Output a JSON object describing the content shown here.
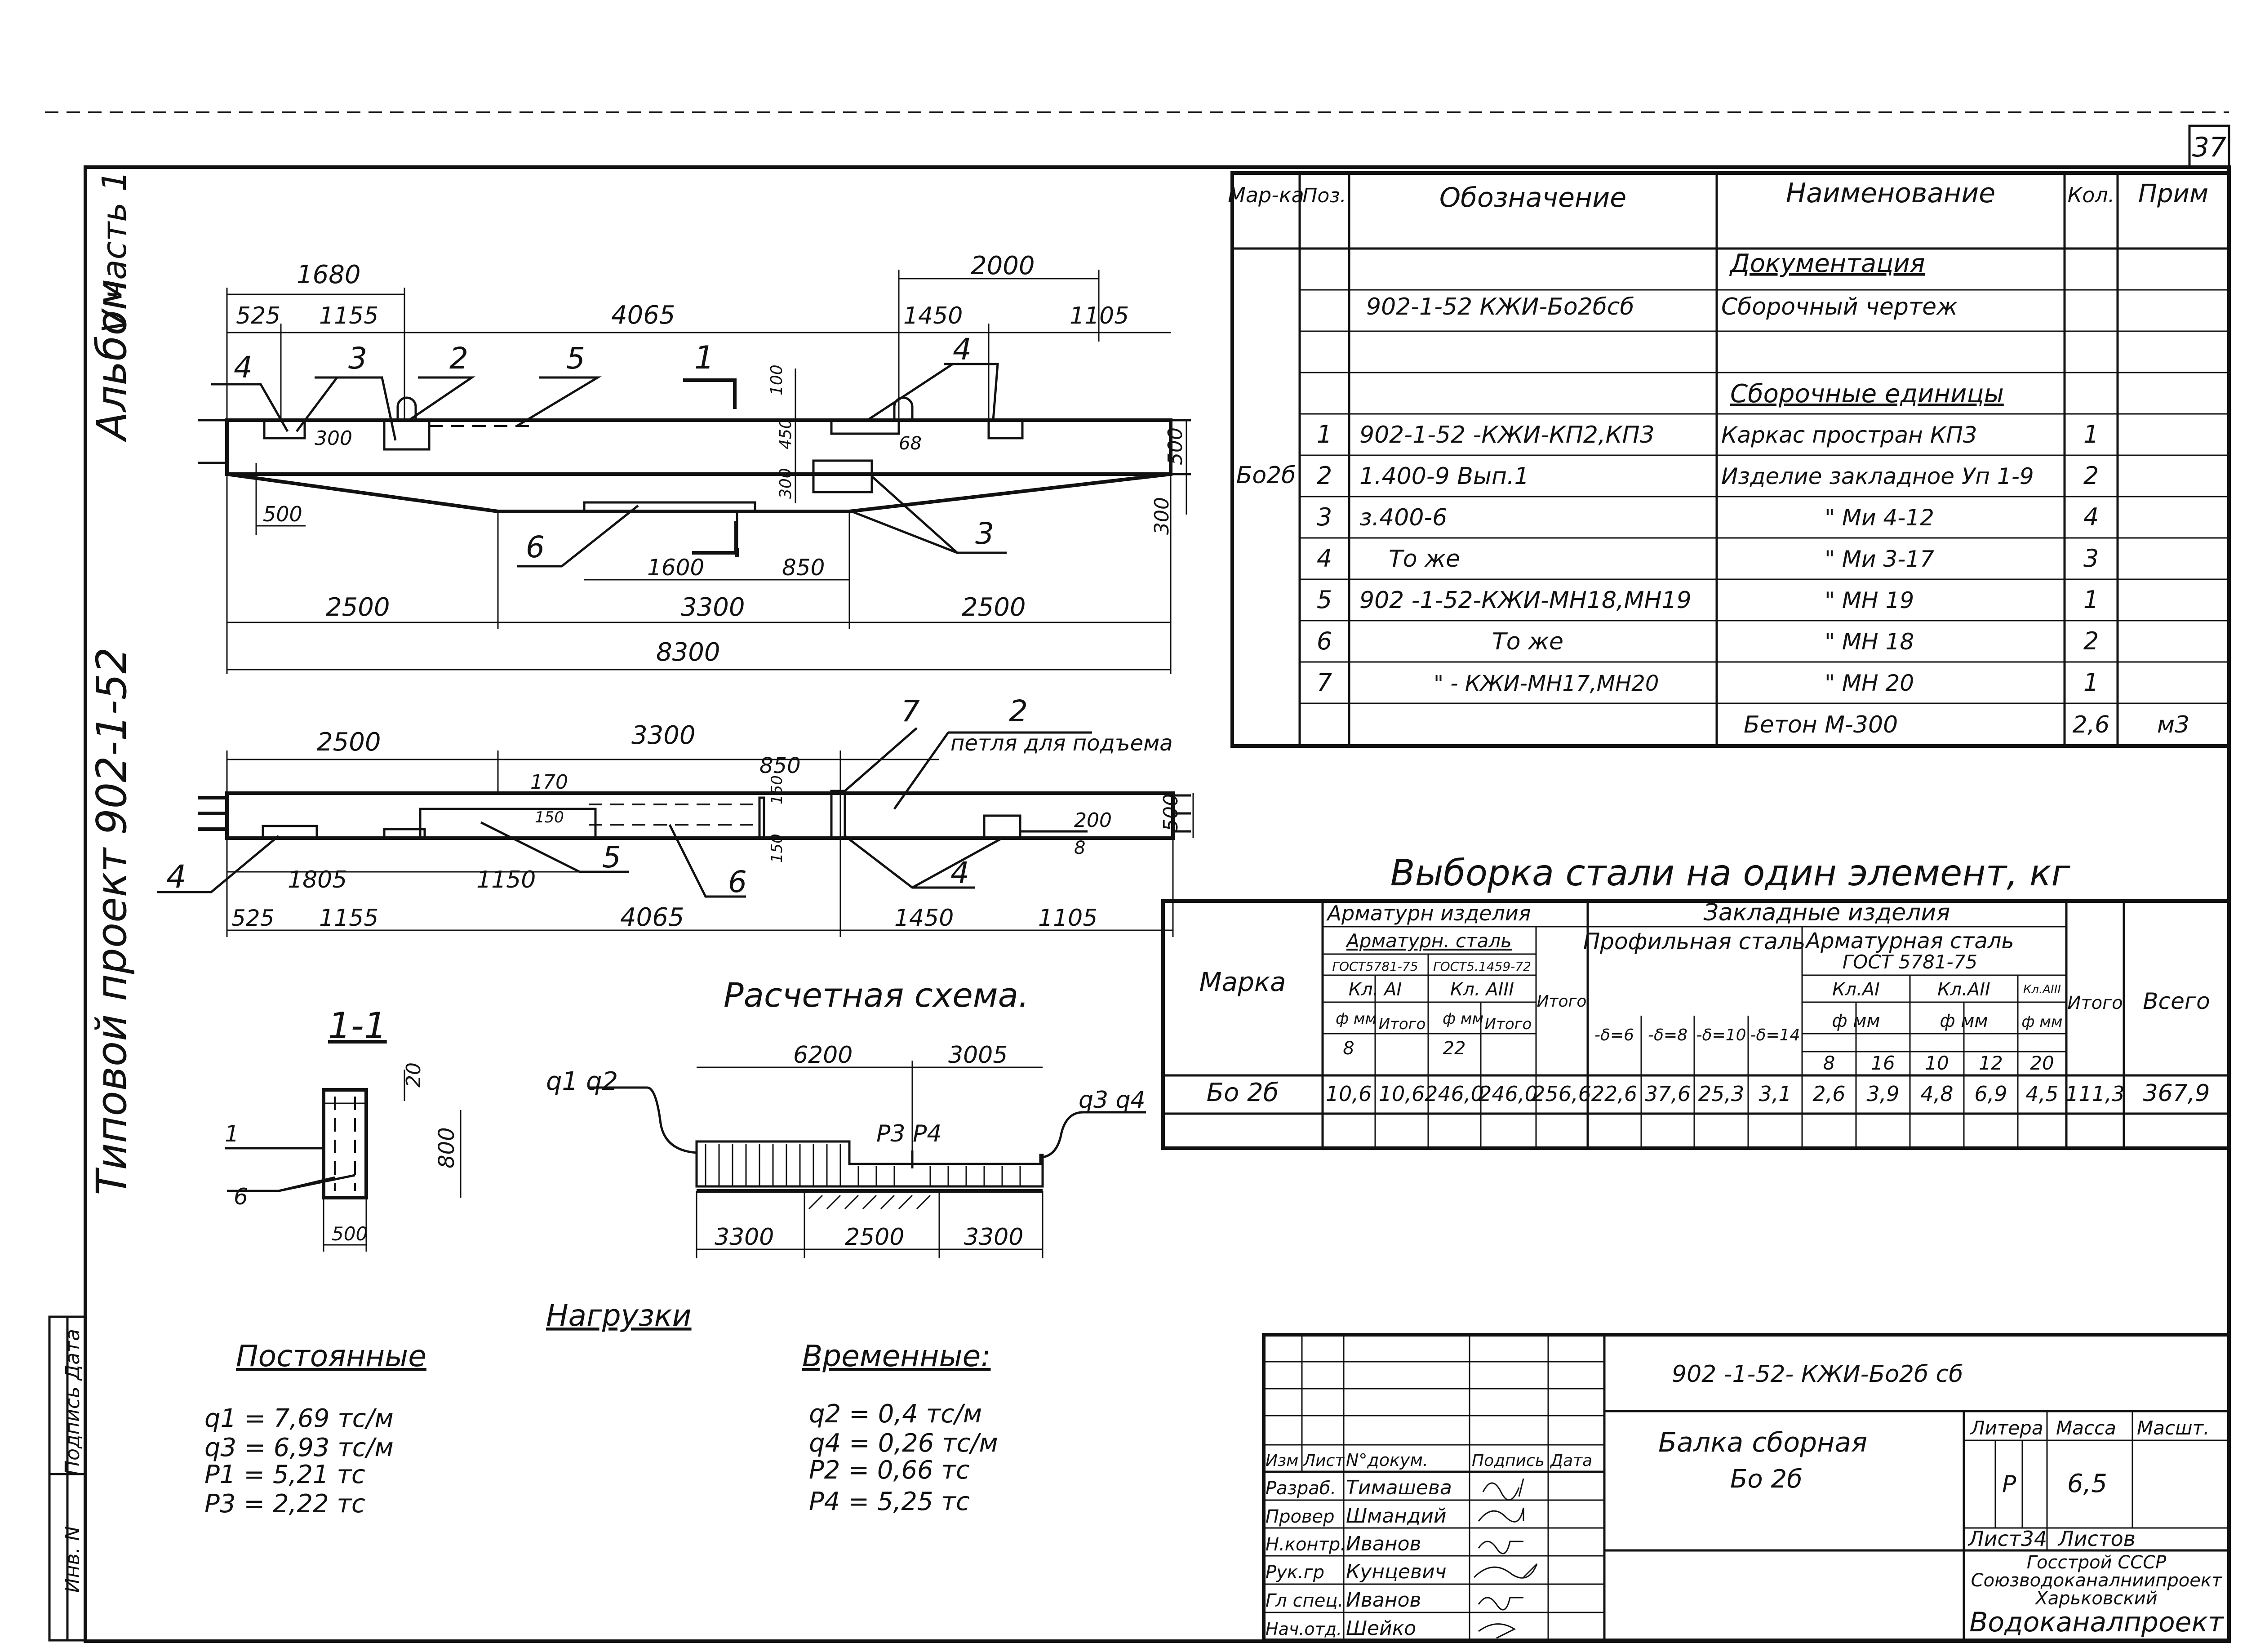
{
  "side": {
    "album": "Альбом",
    "album_vol": "V часть 1",
    "project": "Типовой проект 902-1-52",
    "inv": "Инв. N",
    "sign_date": "Подпись Дата"
  },
  "page_number": "37",
  "spec": {
    "headers": [
      "Мар-ка",
      "Поз.",
      "Обозначение",
      "Наименование",
      "Кол.",
      "Прим"
    ],
    "mark": "Бо2б",
    "section_doc": "Документация",
    "doc_designation": "902-1-52  КЖИ-Бо2бсб",
    "doc_name": "Сборочный  чертеж",
    "section_units": "Сборочные единицы",
    "rows": [
      {
        "pos": "1",
        "des": "902-1-52 -КЖИ-КП2,КП3",
        "name": "Каркас простран  КП3",
        "qty": "1"
      },
      {
        "pos": "2",
        "des": "1.400-9         Вып.1",
        "name": "Изделие закладное  Уп 1-9",
        "qty": "2"
      },
      {
        "pos": "3",
        "des": "з.400-6",
        "name": "\"                 Ми 4-12",
        "qty": "4"
      },
      {
        "pos": "4",
        "des": "То же",
        "name": "\"                 Ми 3-17",
        "qty": "3"
      },
      {
        "pos": "5",
        "des": "902 -1-52-КЖИ-МН18,МН19",
        "name": "\"                 МН 19",
        "qty": "1"
      },
      {
        "pos": "6",
        "des": "То же",
        "name": "\"                 МН 18",
        "qty": "2"
      },
      {
        "pos": "7",
        "des": "\"  - КЖИ-МН17,МН20",
        "name": "\"                 МН 20",
        "qty": "1"
      }
    ],
    "concrete": "Бетон   М-300",
    "concrete_qty": "2,6",
    "concrete_unit": "м3"
  },
  "steel": {
    "title": "Выборка   стали   на  один   элемент, кг",
    "col_mark": "Марка",
    "col_arm_products": "Арматурн изделия",
    "col_embedded": "Закладные   изделия",
    "col_arm_steel": "Арматурн. сталь",
    "col_gost1": "ГОСТ5781-75",
    "col_gost2": "ГОСТ5.1459-72",
    "col_cl_ai": "Кл. АI",
    "col_cl_aiii": "Кл. АIII",
    "col_fmm": "ф мм",
    "col_itogo": "Итого",
    "col_d8": "8",
    "col_d22": "22",
    "col_profile": "Профильная сталь",
    "col_d6": "-δ=6",
    "col_d8b": "-δ=8",
    "col_d10": "-δ=10",
    "col_d14": "-δ=14",
    "col_arm_steel2": "Арматурная сталь",
    "col_gost3": "ГОСТ  5781-75",
    "col_kl_ai": "Кл.АI",
    "col_kl_aii": "Кл.АII",
    "col_kl_aiii": "Кл.АIII",
    "col_f8": "8",
    "col_f16": "16",
    "col_f10": "10",
    "col_f12": "12",
    "col_f20": "20",
    "col_total": "Всего",
    "row": [
      "Бо 2б",
      "10,6",
      "10,6",
      "246,0",
      "246,0",
      "256,6",
      "22,6",
      "37,6",
      "25,3",
      "3,1",
      "2,6",
      "3,9",
      "4,8",
      "6,9",
      "4,5",
      "111,3",
      "367,9"
    ]
  },
  "dims_top": {
    "d1680": "1680",
    "d525": "525",
    "d1155": "1155",
    "d4065": "4065",
    "d2000": "2000",
    "d1450": "1450",
    "d1105": "1105",
    "d300": "300",
    "d500": "500",
    "d100": "100",
    "d450": "450",
    "d68": "68",
    "d300b": "300",
    "d500r": "500",
    "d300r": "300",
    "d1600": "1600",
    "d850": "850",
    "d2500a": "2500",
    "d3300": "3300",
    "d2500b": "2500",
    "d8300": "8300",
    "p4": "4",
    "p3": "3",
    "p2": "2",
    "p5": "5",
    "p1": "1",
    "p4b": "4",
    "p6": "6",
    "p3b": "3"
  },
  "dims_plan": {
    "d2500": "2500",
    "d3300": "3300",
    "d850": "850",
    "d170": "170",
    "d150": "150",
    "d150b": "150",
    "d150c": "150",
    "d200": "200",
    "d8": "8",
    "d500": "500",
    "d1805": "1805",
    "d1150": "1150",
    "d525": "525",
    "d1155": "1155",
    "d4065": "4065",
    "d1450": "1450",
    "d1105": "1105",
    "p7": "7",
    "p2": "2",
    "loop": "петля для подъема",
    "p4": "4",
    "p5": "5",
    "p6": "6",
    "p4b": "4"
  },
  "section": {
    "title": "1-1",
    "d20": "20",
    "d800": "800",
    "d500": "500",
    "p1": "1",
    "p6": "6"
  },
  "scheme": {
    "title": "Расчетная схема.",
    "d6200": "6200",
    "d3005": "3005",
    "q12": "q1 q2",
    "q34": "q3 q4",
    "p34": "P3 P4",
    "d3300a": "3300",
    "d2500": "2500",
    "d3300b": "3300"
  },
  "loads": {
    "title": "Нагрузки",
    "const_title": "Постоянные",
    "temp_title": "Временные:",
    "const": [
      "q1  = 7,69 тс/м",
      "q3  = 6,93 тс/м",
      "P1   = 5,21 тс",
      "P3  = 2,22 тс"
    ],
    "temp": [
      "q2  =  0,4  тс/м",
      "q4  =  0,26 тс/м",
      "P2  =  0,66  тс",
      "P4  =   5,25  тс"
    ]
  },
  "stamp": {
    "code": "902 -1-52- КЖИ-Бо2б сб",
    "name1": "Балка  сборная",
    "name2": "Бо 2б",
    "h_izm": "Изм",
    "h_list": "Лист",
    "h_doc": "N°докум.",
    "h_sign": "Подпись",
    "h_date": "Дата",
    "roles": [
      {
        "role": "Разраб.",
        "name": "Тимашева"
      },
      {
        "role": "Провер",
        "name": "Шмандий"
      },
      {
        "role": "Н.контр.",
        "name": "Иванов"
      },
      {
        "role": "Рук.гр",
        "name": "Кунцевич"
      },
      {
        "role": "Гл спец.",
        "name": "Иванов"
      },
      {
        "role": "Нач.отд.",
        "name": "Шейко"
      }
    ],
    "litera": "Литера",
    "mass": "Масса",
    "scale": "Масшт.",
    "lit_val": "Р",
    "mass_val": "6,5",
    "sheet": "Лист34",
    "sheets": "Листов",
    "org1": "Госстрой СССР",
    "org2": "Союзводоканалниипроект",
    "org3": "Харьковский",
    "org4": "Водоканалпроект"
  }
}
